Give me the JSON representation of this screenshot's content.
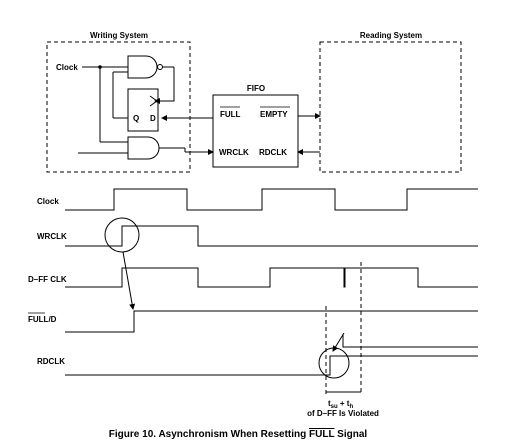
{
  "blocks": {
    "writing_system": "Writing System",
    "reading_system": "Reading System",
    "fifo": "FIFO"
  },
  "schematic": {
    "clock": "Clock",
    "ff_q": "Q",
    "ff_d": "D",
    "full_pin": "FULL",
    "empty_pin": "EMPTY",
    "wrclk_pin": "WRCLK",
    "rdclk_pin": "RDCLK"
  },
  "signals": {
    "clock": "Clock",
    "wrclk": "WRCLK",
    "dff_clk": "D–FF CLK",
    "full_d": "FULL/D",
    "rdclk": "RDCLK"
  },
  "annotation": {
    "tsu_t": "t",
    "tsu_sub": "su",
    "plus": " + t",
    "th_sub": "h",
    "line2": "of D–FF Is Violated"
  },
  "caption": {
    "prefix": "Figure 10.  Asynchronism When Resetting ",
    "overline": "FULL",
    "suffix": " Signal"
  }
}
